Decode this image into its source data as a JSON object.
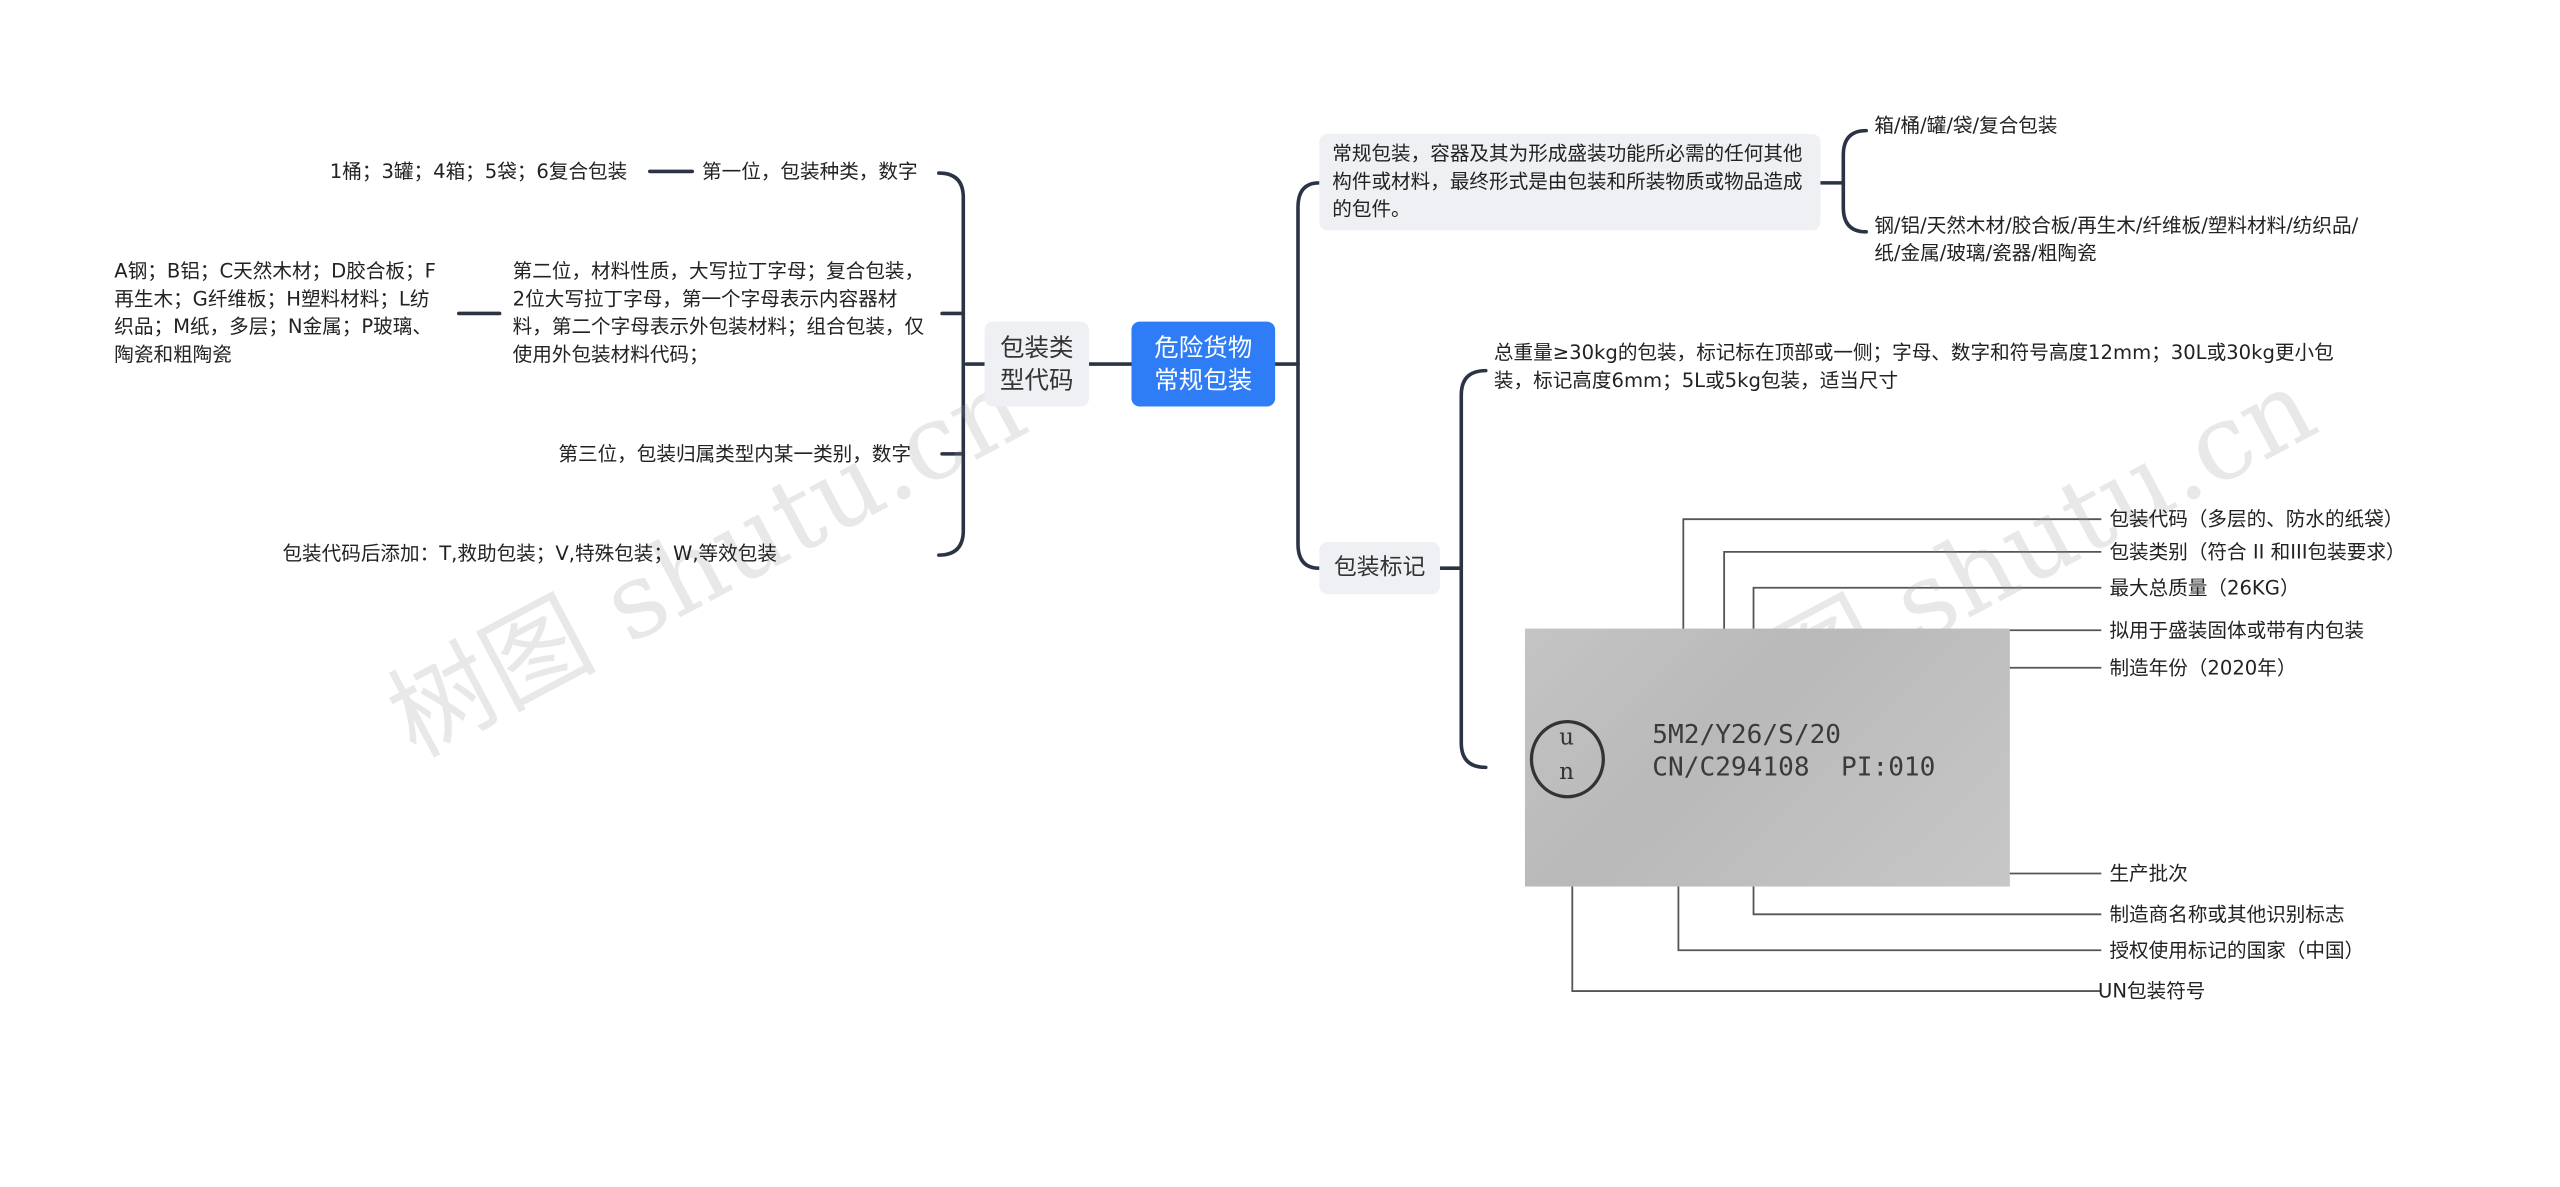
{
  "root": {
    "label_line1": "危险货物",
    "label_line2": "常规包装",
    "color": "#2f7df6"
  },
  "left": {
    "code_topic": {
      "line1": "包装类",
      "line2": "型代码"
    },
    "first": {
      "value": "1桶；3罐；4箱；5袋；6复合包装",
      "label": "第一位，包装种类，数字"
    },
    "second": {
      "values": "A钢；B铝；C天然木材；D胶合板；F再生木；G纤维板；H塑料材料；L纺织品；M纸，多层；N金属；P玻璃、陶瓷和粗陶瓷",
      "label": "第二位，材料性质，大写拉丁字母；复合包装，2位大写拉丁字母，第一个字母表示内容器材料，第二个字母表示外包装材料；组合包装，仅使用外包装材料代码；"
    },
    "third": {
      "label": "第三位，包装归属类型内某一类别，数字"
    },
    "suffix": {
      "label": "包装代码后添加：T,救助包装；V,特殊包装；W,等效包装"
    }
  },
  "right": {
    "general": {
      "note": "常规包装，容器及其为形成盛装功能所必需的任何其他构件或材料，最终形式是由包装和所装物质或物品造成的包件。",
      "child1": "箱/桶/罐/袋/复合包装",
      "child2": "钢/铝/天然木材/胶合板/再生木/纤维板/塑料材料/纺织品/纸/金属/玻璃/瓷器/粗陶瓷"
    },
    "marking": {
      "topic": "包装标记",
      "text": "总重量≥30kg的包装，标记标在顶部或一侧；字母、数字和符号高度12mm；30L或30kg更小包装，标记高度6mm；5L或5kg包装，适当尺寸",
      "image": {
        "un_letter_top": "u",
        "un_letter_bottom": "n",
        "mark_line1": "5M2/Y26/S/20",
        "mark_line2": "CN/C294108  PI:010"
      },
      "annotations": [
        "包装代码（多层的、防水的纸袋）",
        "包装类别（符合 II 和III包装要求）",
        "最大总质量（26KG）",
        "拟用于盛装固体或带有内包装",
        "制造年份（2020年）",
        "生产批次",
        "制造商名称或其他识别标志",
        "授权使用标记的国家（中国）",
        "UN包装符号"
      ]
    }
  },
  "watermark": "树图 shutu.cn",
  "colors": {
    "line": "#2b3445",
    "topic_bg": "#eef0f3",
    "root_bg": "#2f7df6",
    "ann_line": "#555555"
  }
}
